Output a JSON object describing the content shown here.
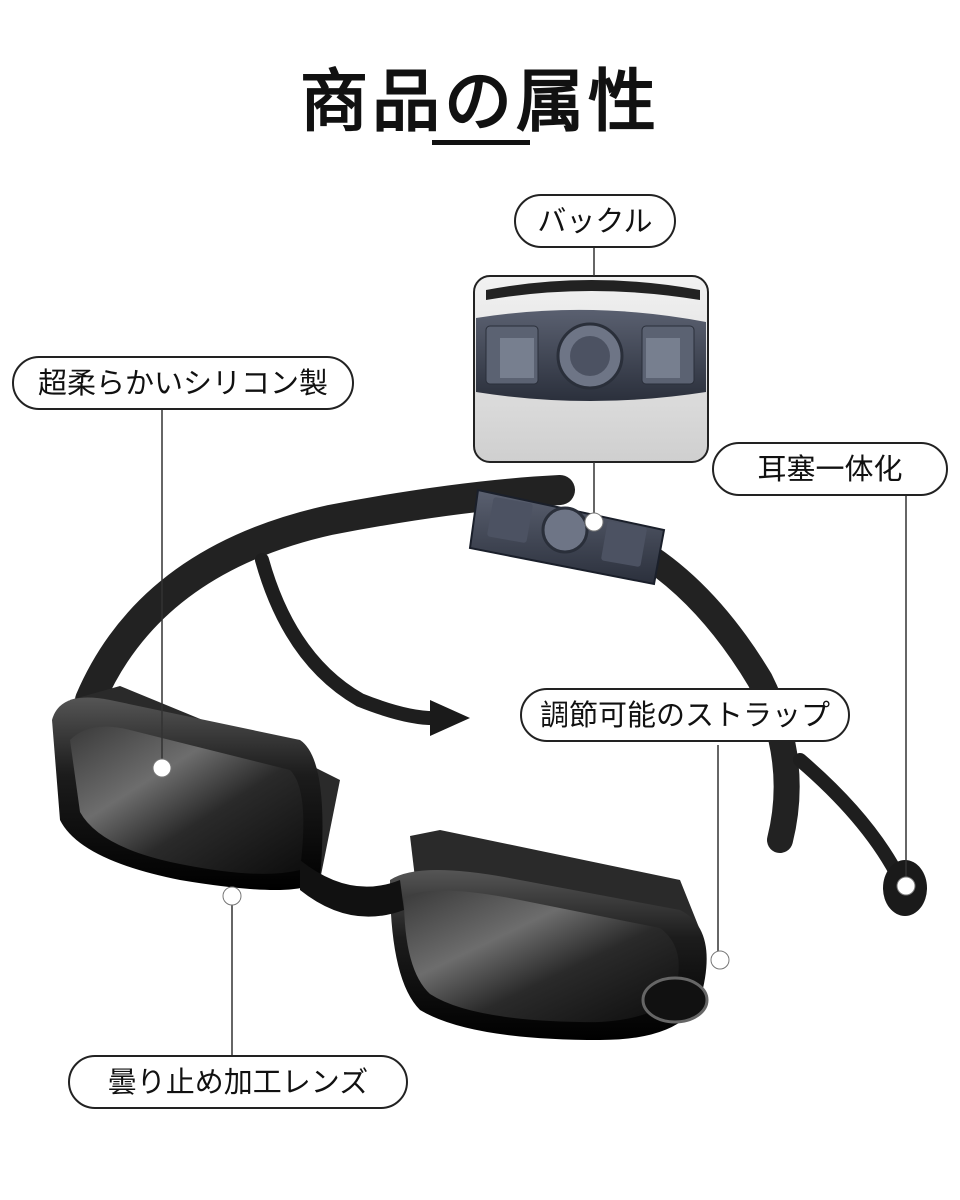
{
  "title": "商品の属性",
  "labels": {
    "buckle": "バックル",
    "silicone": "超柔らかいシリコン製",
    "earplug": "耳塞一体化",
    "strap": "調節可能のストラップ",
    "lens": "曇り止め加工レンズ"
  },
  "colors": {
    "background": "#ffffff",
    "text": "#111111",
    "goggle": "#1a1a1a",
    "buckle": "#3c4250"
  }
}
